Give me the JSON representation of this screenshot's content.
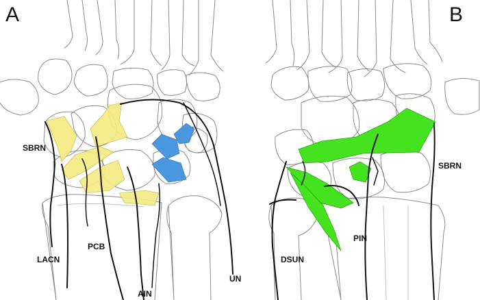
{
  "panels": {
    "a": {
      "letter": "A",
      "labels": {
        "sbrn": "SBRN",
        "lacn": "LACN",
        "pcb": "PCB",
        "ain": "AIN",
        "un": "UN"
      }
    },
    "b": {
      "letter": "B",
      "labels": {
        "sbrn": "SBRN",
        "dsun": "DSUN",
        "pin": "PIN"
      }
    }
  },
  "colors": {
    "highlight_yellow": "#f4ea84",
    "highlight_blue": "#4a97e0",
    "highlight_green": "#44e21f",
    "nerve": "#111111",
    "bone_outline": "#8a8a8a"
  }
}
